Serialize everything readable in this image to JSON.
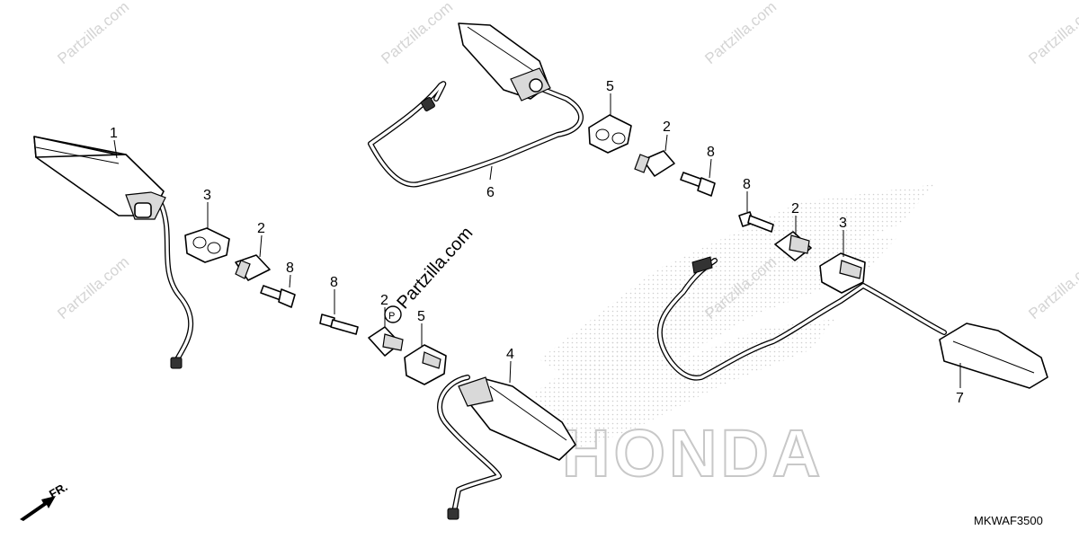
{
  "diagram": {
    "drawing_code": "MKWAF3500",
    "direction_label": "FR.",
    "brand_watermark": "HONDA",
    "watermark_text": "Partzilla.com",
    "corner_watermark_text": "Partzilla.com",
    "callouts": {
      "c1": "1",
      "c2a": "2",
      "c2b": "2",
      "c2c": "2",
      "c2d": "2",
      "c3a": "3",
      "c3b": "3",
      "c4": "4",
      "c5a": "5",
      "c5b": "5",
      "c6": "6",
      "c7": "7",
      "c8a": "8",
      "c8b": "8",
      "c8c": "8"
    }
  }
}
